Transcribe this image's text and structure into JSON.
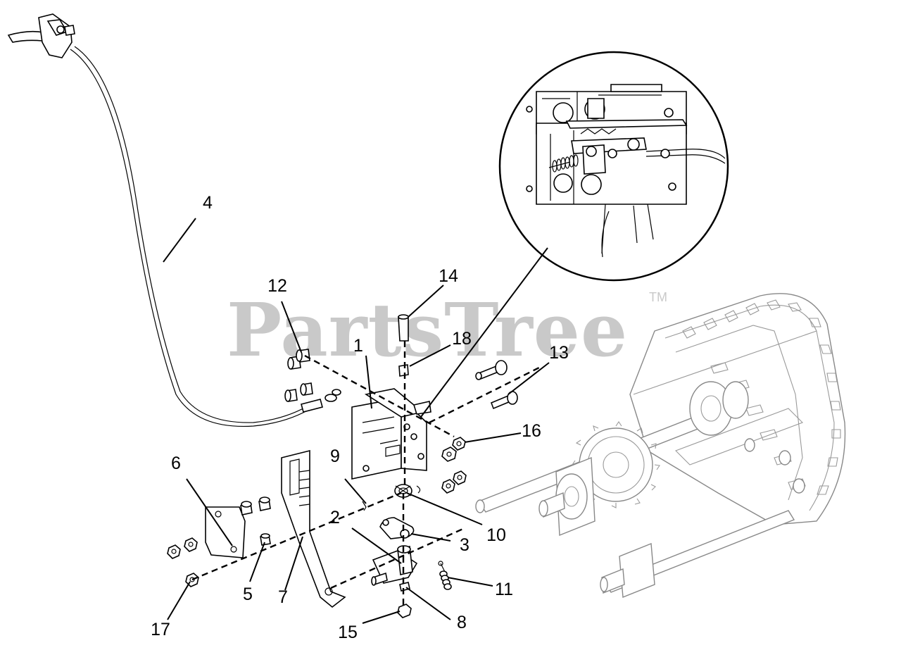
{
  "watermark": {
    "text": "PartsTree",
    "trademark": "TM"
  },
  "callouts": [
    "1",
    "2",
    "3",
    "4",
    "5",
    "6",
    "7",
    "8",
    "9",
    "10",
    "11",
    "12",
    "13",
    "14",
    "15",
    "16",
    "17",
    "18"
  ],
  "colors": {
    "ink": "#000000",
    "watermark": "#c9c9c9",
    "ghost_assembly": "#888888",
    "background": "#ffffff"
  }
}
